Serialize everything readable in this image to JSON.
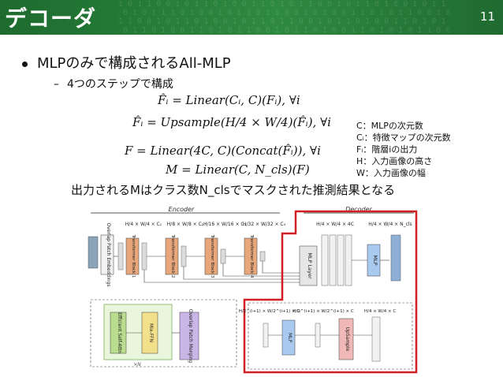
{
  "header": {
    "title": "デコーダ",
    "page_number": "11"
  },
  "bullet": "MLPのみで構成されるAll-MLP",
  "sub_bullet": "4つのステップで構成",
  "equations": [
    "F̂ᵢ = Linear(Cᵢ, C)(Fᵢ), ∀i",
    "F̂ᵢ = Upsample(H/4 × W/4)(F̂ᵢ), ∀i",
    "F = Linear(4C, C)(Concat(F̂ᵢ)), ∀i",
    "M = Linear(C, N_cls)(F)"
  ],
  "legend": [
    "C：MLPの次元数",
    "Cᵢ：特徴マップの次元数",
    "Fᵢ：階層iの出力",
    "H：入力画像の高さ",
    "W：入力画像の幅"
  ],
  "conclusion": "出力されるMはクラス数N_clsでマスクされた推測結果となる",
  "diagram": {
    "encoder_label": "Encoder",
    "decoder_label": "Decoder",
    "overlap_patch_embeddings": "Overlap Patch Embeddings",
    "transformer_blocks": [
      "Transformer Block 1",
      "Transformer Block 2",
      "Transformer Block 3",
      "Transformer Block 4"
    ],
    "encoder_sizes": [
      "H/4 × W/4 × C₁",
      "H/8 × W/8 × C₂",
      "H/16 × W/16 × C₃",
      "H/32 × W/32 × C₄"
    ],
    "decoder_sizes": [
      "H/4 × W/4 × 4C",
      "H/4 × W/4 × N_cls"
    ],
    "mlp_layer": "MLP Layer",
    "mlp": "MLP",
    "inner_blocks": [
      "Efficient Self-Attn",
      "Mix-FFN",
      "Overlap Patch Merging"
    ],
    "repeat": "×N",
    "detail_sizes": [
      "H/2^(i+1) × W/2^(i+1) × Cᵢ",
      "H/2^(i+1) × W/2^(i+1) × C",
      "H/4 × W/4 × C"
    ],
    "upsample": "UpSample",
    "colors": {
      "header": "#2a7d3a",
      "transformer": "#e7a77a",
      "mixffn": "#f2e08a",
      "attn": "#b9dc8f",
      "merging": "#c9b5e6",
      "mlp": "#a9c9ee",
      "highlight": "#d01f25"
    }
  }
}
